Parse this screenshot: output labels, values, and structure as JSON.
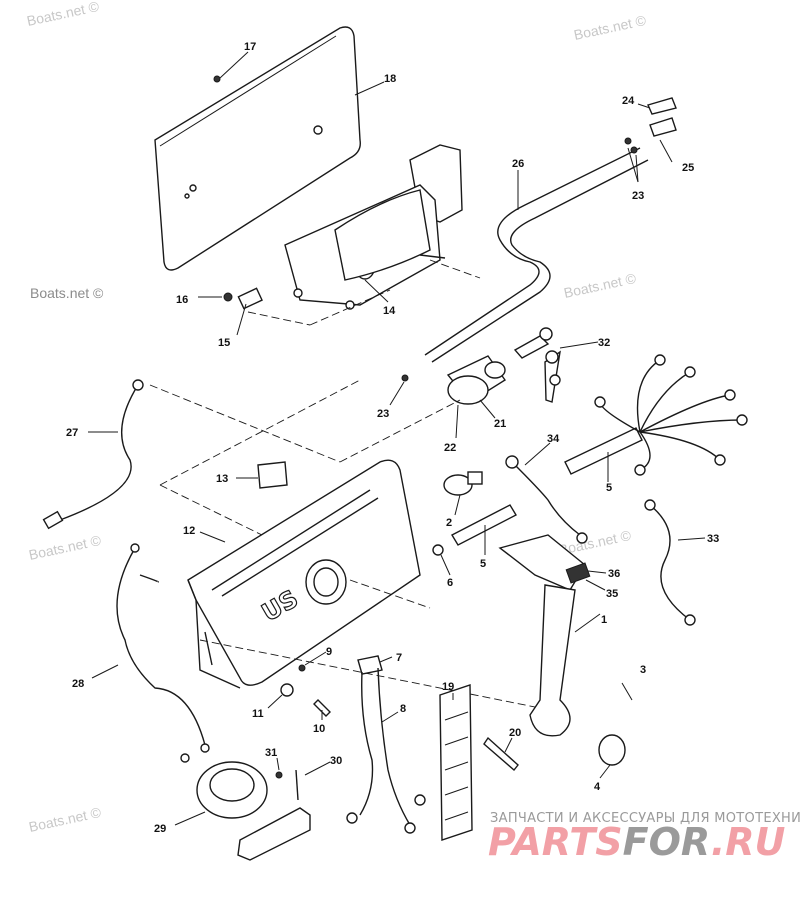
{
  "diagram": {
    "watermark": "Boats.net ©",
    "emblem_text": "US",
    "callouts": [
      {
        "id": "c17",
        "label": "17"
      },
      {
        "id": "c18",
        "label": "18"
      },
      {
        "id": "c24",
        "label": "24"
      },
      {
        "id": "c25",
        "label": "25"
      },
      {
        "id": "c23a",
        "label": "23"
      },
      {
        "id": "c26",
        "label": "26"
      },
      {
        "id": "c16",
        "label": "16"
      },
      {
        "id": "c15",
        "label": "15"
      },
      {
        "id": "c14",
        "label": "14"
      },
      {
        "id": "c32",
        "label": "32"
      },
      {
        "id": "c23b",
        "label": "23"
      },
      {
        "id": "c21",
        "label": "21"
      },
      {
        "id": "c22",
        "label": "22"
      },
      {
        "id": "c27",
        "label": "27"
      },
      {
        "id": "c34",
        "label": "34"
      },
      {
        "id": "c13",
        "label": "13"
      },
      {
        "id": "c5a",
        "label": "5"
      },
      {
        "id": "c2",
        "label": "2"
      },
      {
        "id": "c12",
        "label": "12"
      },
      {
        "id": "c33",
        "label": "33"
      },
      {
        "id": "c5b",
        "label": "5"
      },
      {
        "id": "c6",
        "label": "6"
      },
      {
        "id": "c36",
        "label": "36"
      },
      {
        "id": "c35",
        "label": "35"
      },
      {
        "id": "c1",
        "label": "1"
      },
      {
        "id": "c3",
        "label": "3"
      },
      {
        "id": "c7",
        "label": "7"
      },
      {
        "id": "c9",
        "label": "9"
      },
      {
        "id": "c28",
        "label": "28"
      },
      {
        "id": "c19",
        "label": "19"
      },
      {
        "id": "c11",
        "label": "11"
      },
      {
        "id": "c10",
        "label": "10"
      },
      {
        "id": "c8",
        "label": "8"
      },
      {
        "id": "c20",
        "label": "20"
      },
      {
        "id": "c31",
        "label": "31"
      },
      {
        "id": "c30",
        "label": "30"
      },
      {
        "id": "c4",
        "label": "4"
      },
      {
        "id": "c29",
        "label": "29"
      }
    ]
  },
  "branding": {
    "tagline": "ЗАПЧАСТИ И АКСЕССУАРЫ ДЛЯ МОТОТЕХНИКИ",
    "logo_part1": "PARTS",
    "logo_part2": "FOR",
    "logo_part3": ".RU",
    "logo_colors": {
      "pink": "#f2a0a6",
      "gray": "#9a9a9a"
    }
  }
}
